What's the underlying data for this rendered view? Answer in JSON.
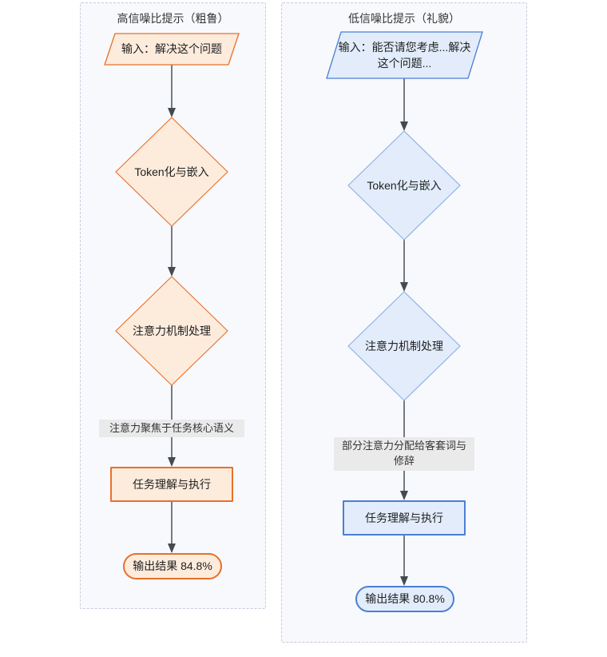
{
  "diagram": {
    "type": "flowchart",
    "title_hidden": true,
    "background": "#ffffff",
    "panels": [
      {
        "id": "left",
        "title": "高信噪比提示（粗鲁）",
        "accent_color": "#e8702a",
        "fill_color": "#fdebdc",
        "nodes": [
          {
            "id": "l-input",
            "shape": "parallelogram",
            "label": "输入：解决这个问题"
          },
          {
            "id": "l-token",
            "shape": "diamond",
            "label": "Token化与嵌入"
          },
          {
            "id": "l-attention",
            "shape": "diamond",
            "label": "注意力机制处理"
          },
          {
            "id": "l-task",
            "shape": "rectangle",
            "label": "任务理解与执行"
          },
          {
            "id": "l-output",
            "shape": "stadium",
            "label": "输出结果 84.8%"
          }
        ],
        "edge_labels": [
          {
            "id": "l-edge-1",
            "label": "注意力聚焦于任务核心语义"
          }
        ],
        "result_value": "84.8%"
      },
      {
        "id": "right",
        "title": "低信噪比提示（礼貌）",
        "accent_color": "#4a7fd4",
        "fill_color": "#e2ecfb",
        "nodes": [
          {
            "id": "r-input",
            "shape": "parallelogram",
            "label": "输入：能否请您考虑...解决\n这个问题..."
          },
          {
            "id": "r-token",
            "shape": "diamond",
            "label": "Token化与嵌入"
          },
          {
            "id": "r-attention",
            "shape": "diamond",
            "label": "注意力机制处理"
          },
          {
            "id": "r-task",
            "shape": "rectangle",
            "label": "任务理解与执行"
          },
          {
            "id": "r-output",
            "shape": "stadium",
            "label": "输出结果 80.8%"
          }
        ],
        "edge_labels": [
          {
            "id": "r-edge-1",
            "label": "部分注意力分配给客套词与\n修辞"
          }
        ],
        "result_value": "80.8%"
      }
    ]
  }
}
